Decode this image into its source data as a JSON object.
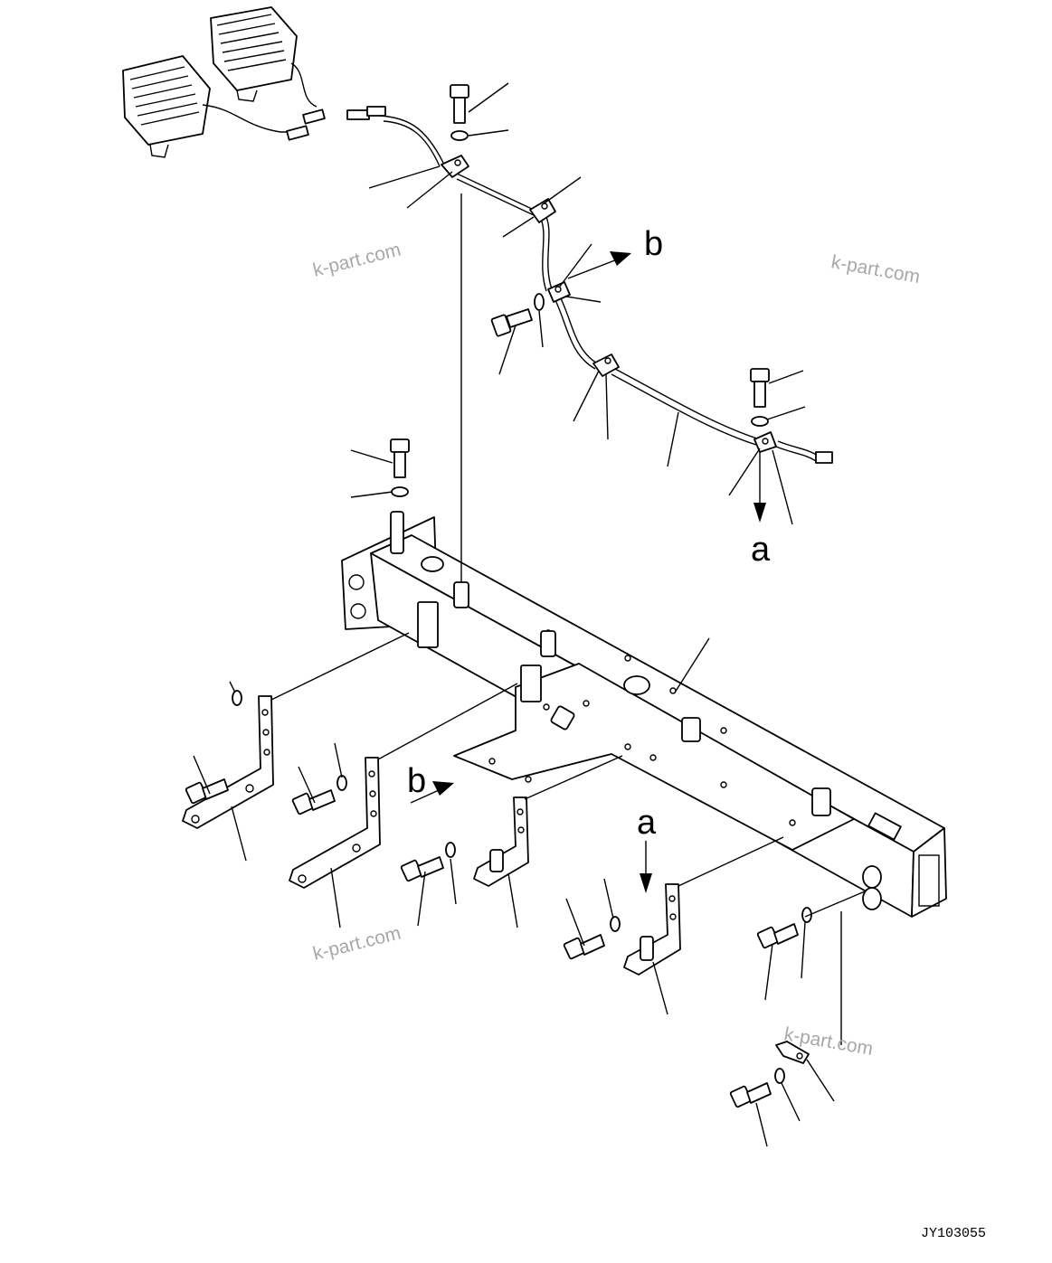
{
  "drawing": {
    "code": "JY103055",
    "watermarks": [
      "k-part.com",
      "k-part.com",
      "k-part.com",
      "k-part.com"
    ],
    "callouts": {
      "b_upper": "b",
      "a_upper": "a",
      "b_lower": "b",
      "a_lower": "a"
    }
  },
  "colors": {
    "ink": "#000000",
    "paper": "#ffffff",
    "watermark": "#a8a8a8"
  }
}
